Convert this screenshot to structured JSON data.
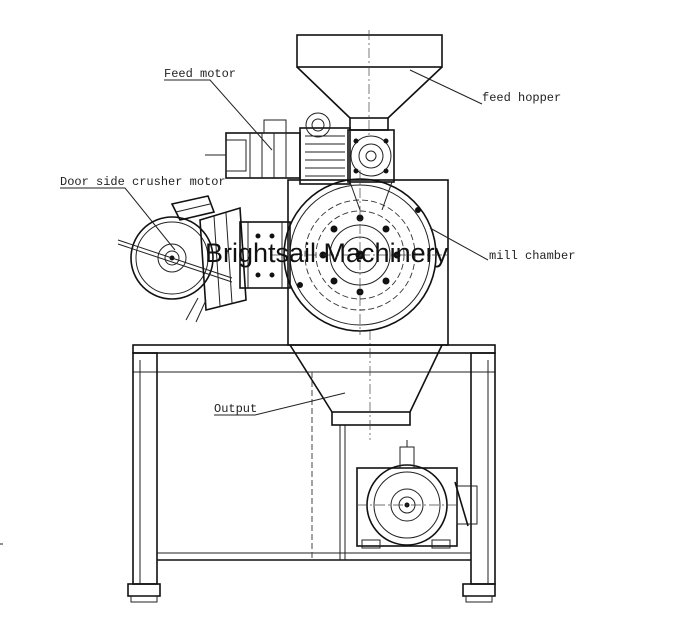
{
  "labels": {
    "feed_motor": "Feed motor",
    "feed_hopper": "feed hopper",
    "door_side_crusher_motor": "Door side crusher motor",
    "mill_chamber": "mill chamber",
    "output": "Output"
  },
  "watermark": "Brightsail Machinery",
  "colors": {
    "line": "#222222",
    "background": "#ffffff"
  }
}
